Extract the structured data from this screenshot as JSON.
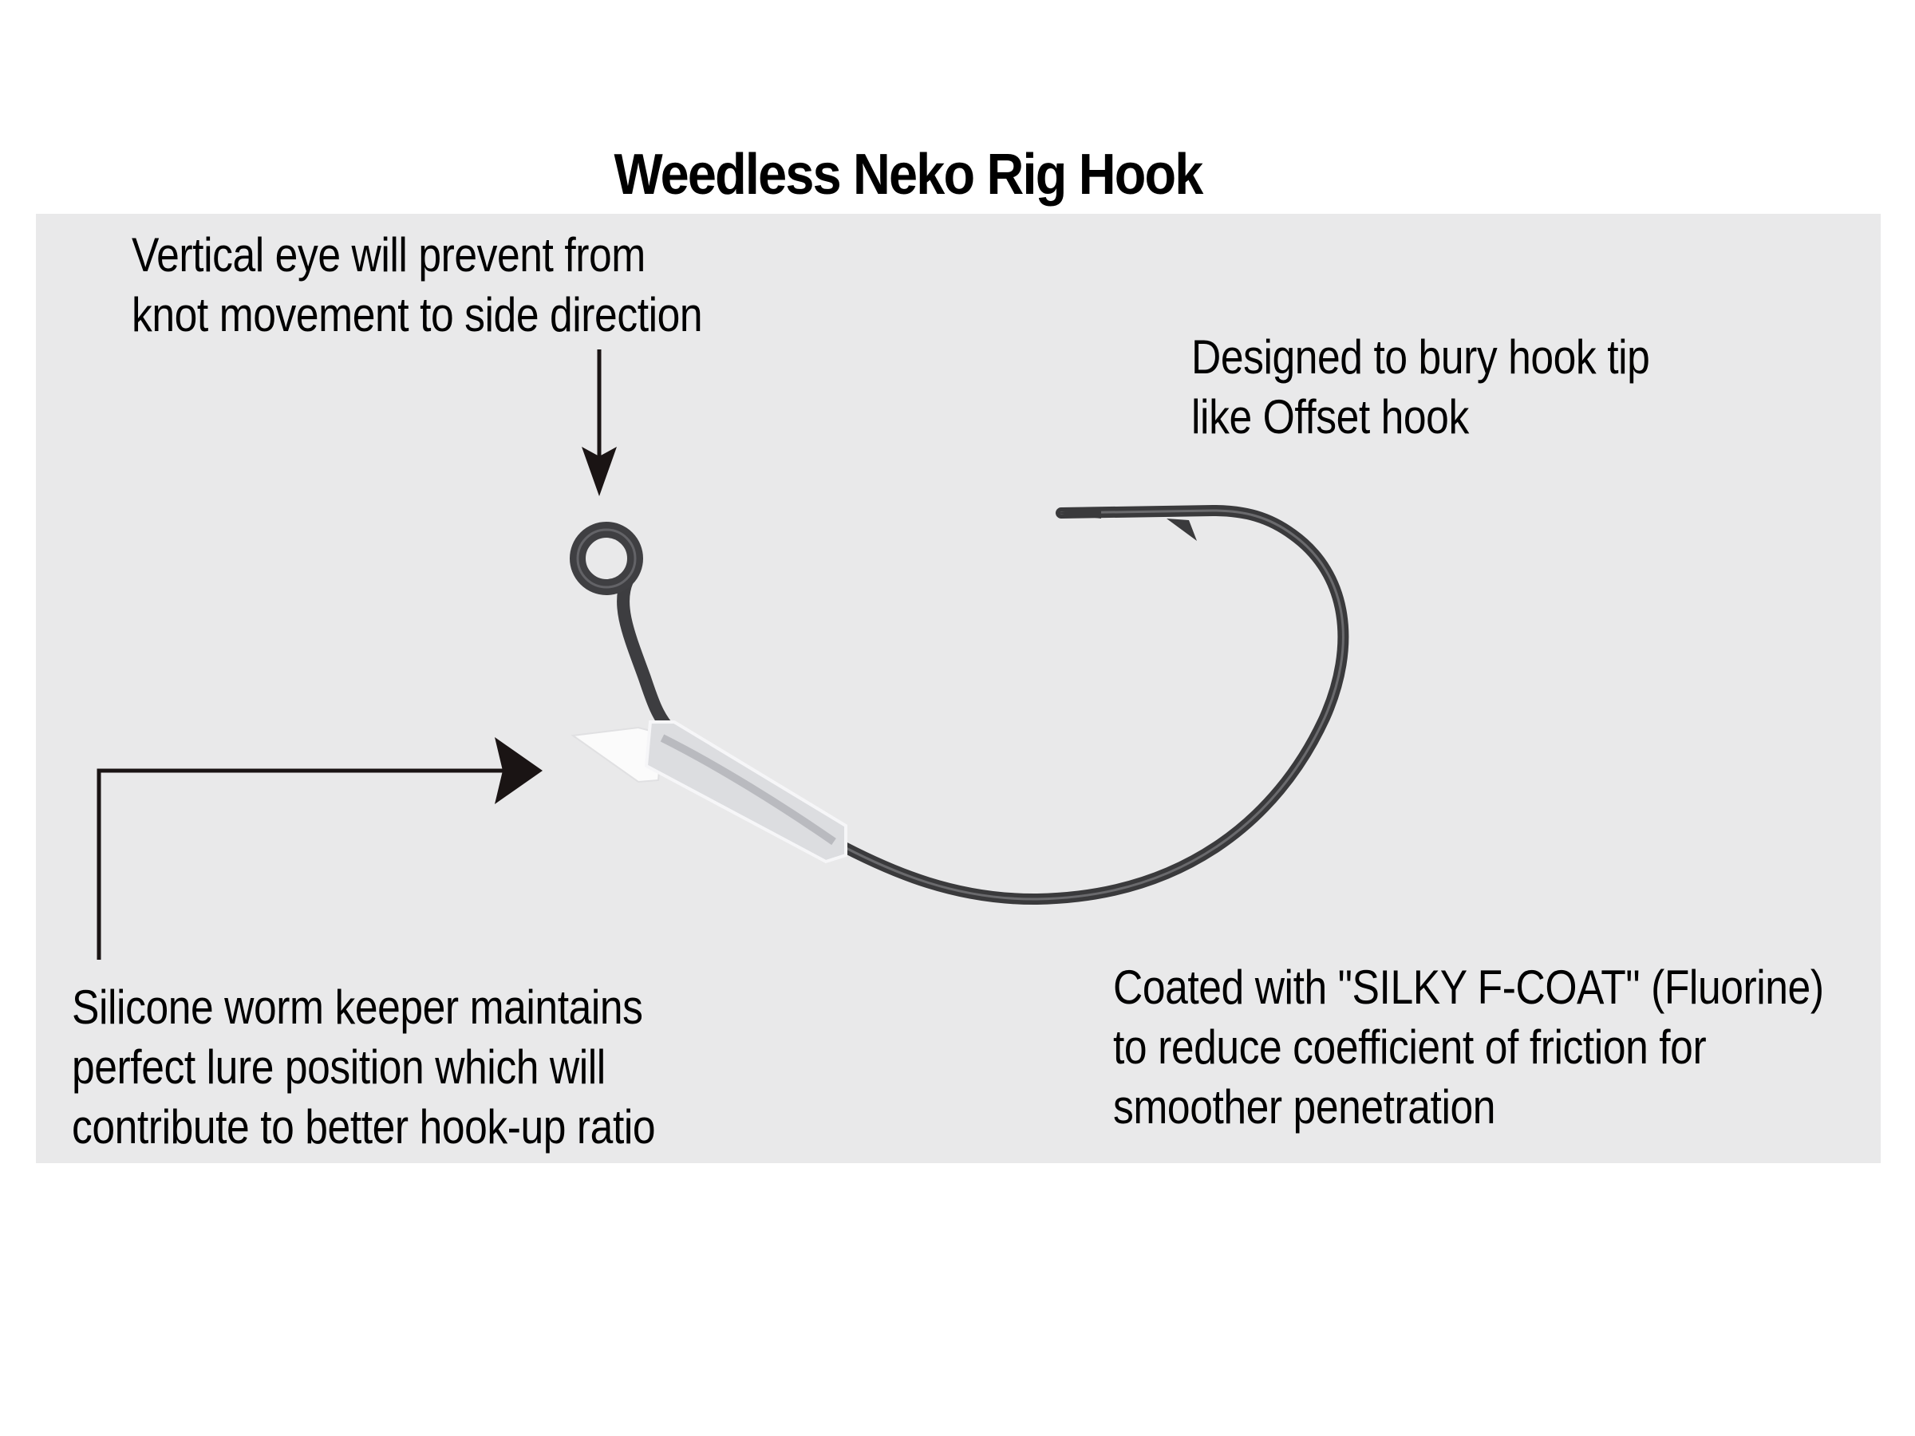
{
  "title": "Weedless Neko Rig Hook",
  "colors": {
    "background": "#ffffff",
    "panel": "#e9e9ea",
    "text": "#000000",
    "arrow": "#1a1414",
    "hook_wire": "#3a3a3c",
    "keeper": "#f7f7f7"
  },
  "callouts": {
    "vertical_eye": {
      "lines": [
        "Vertical eye will prevent from",
        "knot movement to side direction"
      ]
    },
    "hook_tip": {
      "lines": [
        "Designed to bury hook tip",
        "like Offset hook"
      ]
    },
    "worm_keeper": {
      "lines": [
        "Silicone worm keeper maintains",
        "perfect lure position which will",
        "contribute to better hook-up ratio"
      ]
    },
    "coating": {
      "lines": [
        "Coated with \"SILKY F-COAT\" (Fluorine)",
        "to reduce coefficient of friction for",
        "smoother penetration"
      ]
    }
  },
  "illustration": {
    "subject": "fishing-hook",
    "parts": [
      "vertical-eye",
      "shank",
      "silicone-worm-keeper",
      "bend",
      "barb",
      "hook-point"
    ]
  }
}
